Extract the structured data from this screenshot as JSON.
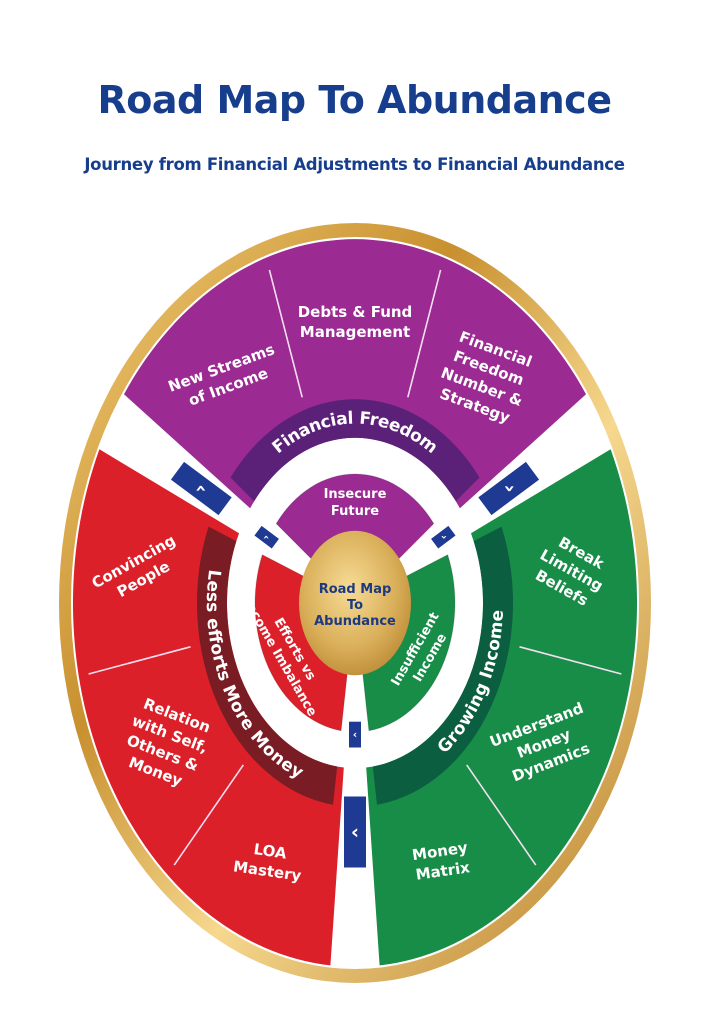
{
  "header": {
    "title": "Road Map To Abundance",
    "subtitle": "Journey from Financial Adjustments to Financial Abundance"
  },
  "colors": {
    "title": "#173e8c",
    "gold": "#d9a94a",
    "purple": "#9b2a93",
    "purple_dark": "#5b2178",
    "red": "#dc2029",
    "red_dark": "#7a1c24",
    "green": "#178d47",
    "green_dark": "#0b5e3f",
    "connector_blue": "#1f3a93",
    "center_text": "#1d3a80"
  },
  "center": {
    "lines": [
      "Road Map",
      "To",
      "Abundance"
    ]
  },
  "inner_ring": [
    {
      "name": "insecure-future",
      "lines": [
        "Insecure",
        "Future"
      ],
      "color": "purple"
    },
    {
      "name": "insufficient-income",
      "lines": [
        "Insufficient",
        "Income"
      ],
      "color": "green"
    },
    {
      "name": "efforts-vs-income-imbalance",
      "lines": [
        "Efforts vs",
        "Income Imbalance"
      ],
      "color": "red"
    }
  ],
  "outer_ring": [
    {
      "name": "financial-freedom",
      "band_label": "Financial Freedom",
      "color": "purple",
      "items": [
        {
          "lines": [
            "New Streams",
            "of Income"
          ]
        },
        {
          "lines": [
            "Debts & Fund",
            "Management"
          ]
        },
        {
          "lines": [
            "Financial",
            "Freedom",
            "Number &",
            "Strategy"
          ]
        }
      ]
    },
    {
      "name": "growing-income",
      "band_label": "Growing Income",
      "color": "green",
      "items": [
        {
          "lines": [
            "Break",
            "Limiting",
            "Beliefs"
          ]
        },
        {
          "lines": [
            "Understand",
            "Money",
            "Dynamics"
          ]
        },
        {
          "lines": [
            "Money",
            "Matrix"
          ]
        }
      ]
    },
    {
      "name": "less-efforts-more-money",
      "band_label": "Less efforts More Money",
      "color": "red",
      "items": [
        {
          "lines": [
            "LOA",
            "Mastery"
          ]
        },
        {
          "lines": [
            "Relation",
            "with Self,",
            "Others &",
            "Money"
          ]
        },
        {
          "lines": [
            "Convincing",
            "People"
          ]
        }
      ]
    }
  ],
  "connectors": {
    "outer": [
      {
        "name": "outer-connector-left",
        "glyph": "‹",
        "direction": "up"
      },
      {
        "name": "outer-connector-right",
        "glyph": "‹",
        "direction": "down"
      },
      {
        "name": "outer-connector-bottom",
        "glyph": "‹",
        "direction": "left"
      }
    ],
    "inner": [
      {
        "name": "inner-connector-left",
        "glyph": "‹",
        "direction": "up"
      },
      {
        "name": "inner-connector-right",
        "glyph": "‹",
        "direction": "down"
      },
      {
        "name": "inner-connector-bottom",
        "glyph": "‹",
        "direction": "left"
      }
    ]
  }
}
